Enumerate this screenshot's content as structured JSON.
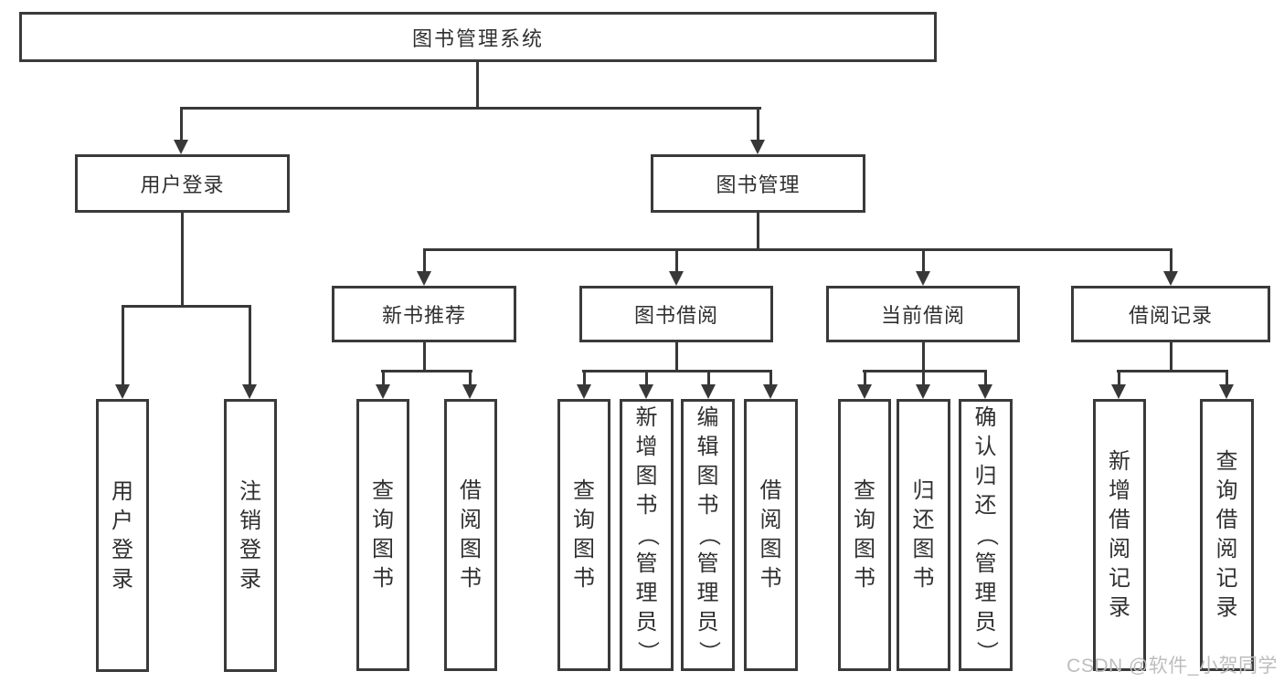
{
  "diagram": {
    "root": {
      "label": "图书管理系统"
    },
    "branches": [
      {
        "label": "用户登录",
        "children": [
          {
            "label": "用户登录"
          },
          {
            "label": "注销登录"
          }
        ]
      },
      {
        "label": "图书管理",
        "sections": [
          {
            "label": "新书推荐",
            "children": [
              {
                "label": "查询图书"
              },
              {
                "label": "借阅图书"
              }
            ]
          },
          {
            "label": "图书借阅",
            "children": [
              {
                "label": "查询图书"
              },
              {
                "label": "新增图书（管理员）"
              },
              {
                "label": "编辑图书（管理员）"
              },
              {
                "label": "借阅图书"
              }
            ]
          },
          {
            "label": "当前借阅",
            "children": [
              {
                "label": "查询图书"
              },
              {
                "label": "归还图书"
              },
              {
                "label": "确认归还（管理员）"
              }
            ]
          },
          {
            "label": "借阅记录",
            "children": [
              {
                "label": "新增借阅记录"
              },
              {
                "label": "查询借阅记录"
              }
            ]
          }
        ]
      }
    ]
  },
  "watermark": {
    "text": "CSDN @软件_小贺同学"
  },
  "colors": {
    "line": "#383838",
    "border": "#3a3a3a",
    "text": "#303030",
    "watermark": "#bdbdbd",
    "background": "#ffffff"
  }
}
